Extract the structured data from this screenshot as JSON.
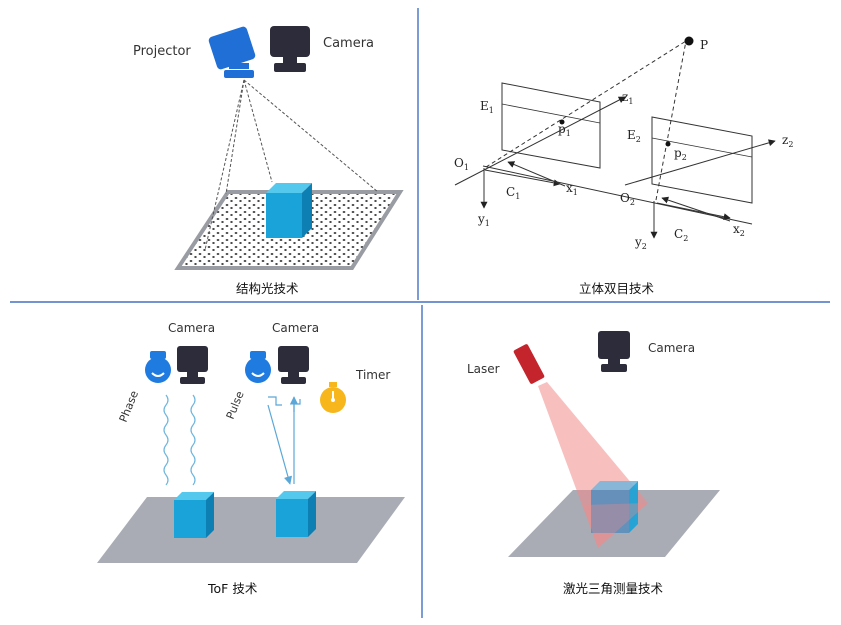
{
  "captions": {
    "structured_light": "结构光技术",
    "stereo": "立体双目技术",
    "tof": "ToF 技术",
    "laser": "激光三角测量技术"
  },
  "structured_light": {
    "projector_label": "Projector",
    "camera_label": "Camera"
  },
  "stereo": {
    "point": "P",
    "e1": "E",
    "e1_sub": "1",
    "p1": "p",
    "p1_sub": "1",
    "z1": "z",
    "z1_sub": "1",
    "o1": "O",
    "o1_sub": "1",
    "c1": "C",
    "c1_sub": "1",
    "x1": "x",
    "x1_sub": "1",
    "y1": "y",
    "y1_sub": "1",
    "e2": "E",
    "e2_sub": "2",
    "p2": "p",
    "p2_sub": "2",
    "z2": "z",
    "z2_sub": "2",
    "o2": "O",
    "o2_sub": "2",
    "c2": "C",
    "c2_sub": "2",
    "x2": "x",
    "x2_sub": "2",
    "y2": "y",
    "y2_sub": "2"
  },
  "tof": {
    "camera1_label": "Camera",
    "camera2_label": "Camera",
    "phase_label": "Phase",
    "pulse_label": "Pulse",
    "timer_label": "Timer"
  },
  "laser": {
    "laser_label": "Laser",
    "camera_label": "Camera"
  },
  "colors": {
    "divider": "#4472c4",
    "projector_blue": "#1f6fd6",
    "camera_dark": "#2c2c3a",
    "cube_front": "#1aa3d8",
    "cube_top": "#55c8ee",
    "cube_side": "#0d7fb3",
    "platform": "#a9acb4",
    "bulb_blue": "#1f7be0",
    "timer_yellow": "#f7b61b",
    "laser_red": "#c4242b",
    "beam_pink": "#f28b8b"
  }
}
